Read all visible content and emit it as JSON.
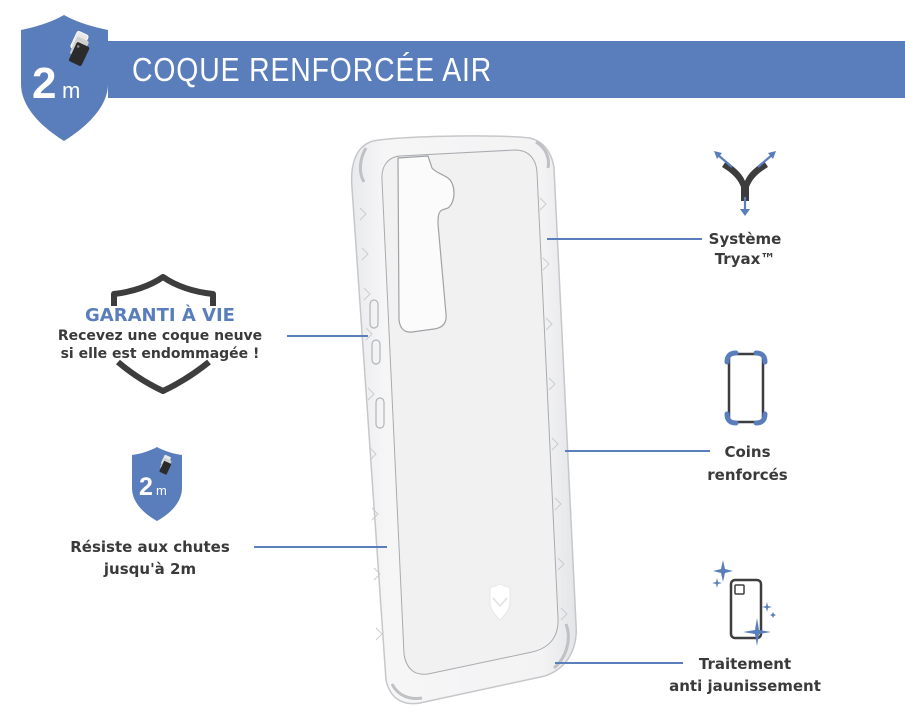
{
  "header": {
    "title": "COQUE RENFORCÉE AIR",
    "badge": {
      "number": "2",
      "unit": "m"
    }
  },
  "colors": {
    "accent_blue": "#5a7ebc",
    "text_dark": "#3a3a3a",
    "icon_dark": "#3d3d3d",
    "background": "#ffffff"
  },
  "features_left": [
    {
      "id": "guarantee",
      "icon": "outline-shield-icon",
      "title": "GARANTI À VIE",
      "line1": "Recevez une coque neuve",
      "line2": "si elle est endommagée !"
    },
    {
      "id": "drop",
      "icon": "drop-2m-shield-icon",
      "badge_number": "2",
      "badge_unit": "m",
      "line1": "Résiste aux chutes",
      "line2": "jusqu'à 2m"
    }
  ],
  "features_right": [
    {
      "id": "tryax",
      "icon": "tryax-y-arrows-icon",
      "line1": "Système",
      "line2": "Tryax™"
    },
    {
      "id": "corners",
      "icon": "reinforced-corners-phone-icon",
      "line1": "Coins",
      "line2": "renforcés"
    },
    {
      "id": "anti-yellowing",
      "icon": "sparkle-phone-icon",
      "line1": "Traitement",
      "line2": "anti jaunissement"
    }
  ],
  "product": {
    "image": "clear-phone-case"
  }
}
